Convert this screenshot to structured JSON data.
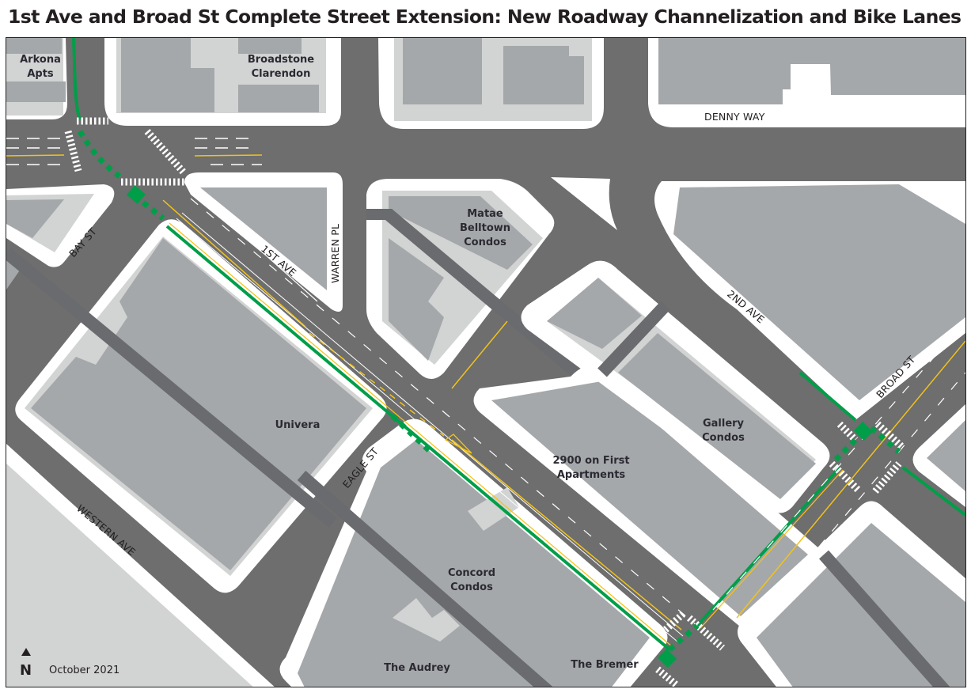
{
  "title": "1st Ave and Broad St Complete Street Extension: New Roadway Channelization and Bike Lanes",
  "colors": {
    "roadway": "#6d6e6d",
    "alley": "#6a6b6e",
    "sidewalk": "#ffffff",
    "parcel": "#d2d3d3",
    "building": "#a5a8aa",
    "bike_lane": "#009e49",
    "yellow_line": "#f2c21b",
    "label_text": "#2b2a33"
  },
  "buildings": [
    {
      "id": "arkona",
      "label_lines": [
        "Arkona",
        "Apts"
      ]
    },
    {
      "id": "broadstone",
      "label_lines": [
        "Broadstone",
        "Clarendon"
      ]
    },
    {
      "id": "matae",
      "label_lines": [
        "Matae",
        "Belltown",
        "Condos"
      ]
    },
    {
      "id": "univera",
      "label_lines": [
        "Univera"
      ]
    },
    {
      "id": "2900",
      "label_lines": [
        "2900 on First",
        "Apartments"
      ]
    },
    {
      "id": "gallery",
      "label_lines": [
        "Gallery",
        "Condos"
      ]
    },
    {
      "id": "concord",
      "label_lines": [
        "Concord",
        "Condos"
      ]
    },
    {
      "id": "audrey",
      "label_lines": [
        "The Audrey"
      ]
    },
    {
      "id": "bremer",
      "label_lines": [
        "The Bremer"
      ]
    }
  ],
  "streets": {
    "denny_way": "DENNY WAY",
    "bay_st": "BAY ST",
    "first_ave": "1ST AVE",
    "warren_pl": "WARREN PL",
    "second_ave": "2ND AVE",
    "broad_st": "BROAD ST",
    "eagle_st": "EAGLE ST",
    "western_ave": "WESTERN AVE"
  },
  "legend": {
    "north_arrow": "N",
    "date": "October 2021"
  },
  "icons": {
    "north_arrow": "north-arrow-icon",
    "bike_box": "bike-box-icon",
    "turn_arrow": "turn-arrow-icon",
    "bike_symbol": "bike-lane-symbol-icon"
  }
}
